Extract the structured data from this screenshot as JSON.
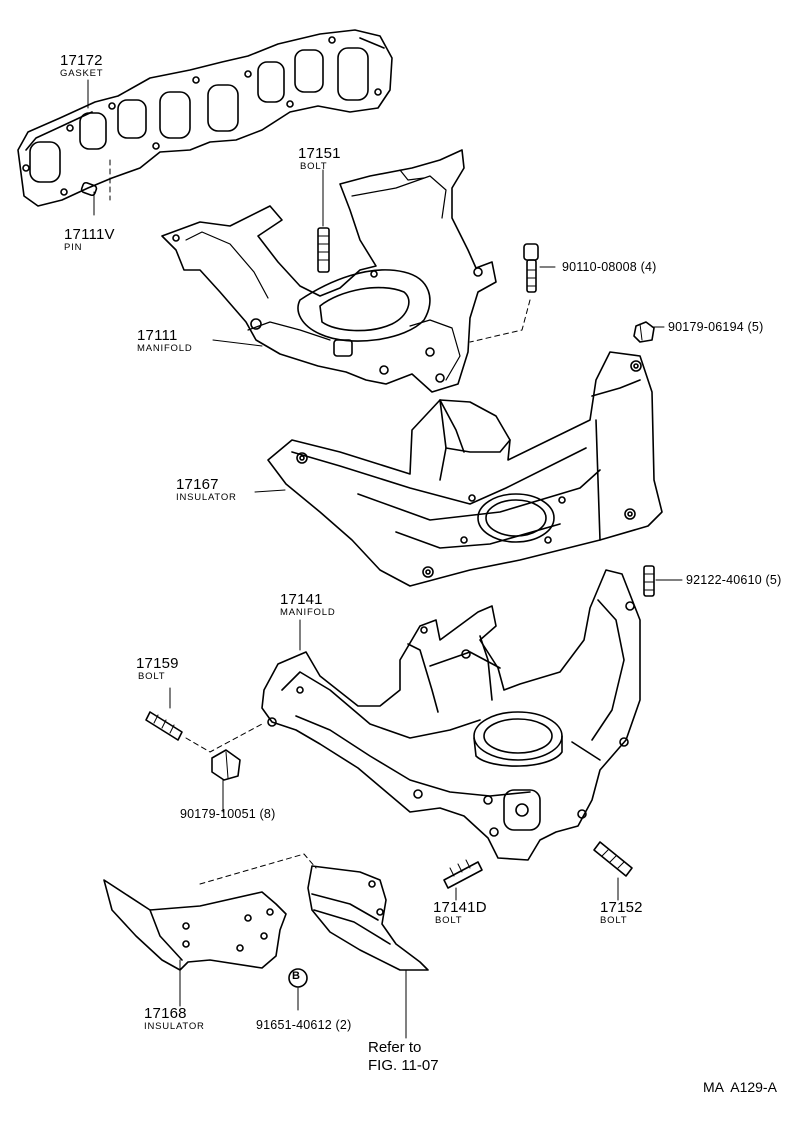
{
  "parts": {
    "p17172": {
      "number": "17172",
      "name": "GASKET"
    },
    "p17151": {
      "number": "17151",
      "name": "BOLT"
    },
    "p17111V": {
      "number": "17111V",
      "name": "PIN"
    },
    "p17111": {
      "number": "17111",
      "name": "MANIFOLD"
    },
    "p90110": {
      "number": "90110-08008 (4)"
    },
    "p90179a": {
      "number": "90179-06194 (5)"
    },
    "p17167": {
      "number": "17167",
      "name": "INSULATOR"
    },
    "p92122": {
      "number": "92122-40610 (5)"
    },
    "p17141": {
      "number": "17141",
      "name": "MANIFOLD"
    },
    "p17159": {
      "number": "17159",
      "name": "BOLT"
    },
    "p90179b": {
      "number": "90179-10051 (8)"
    },
    "p17141D": {
      "number": "17141D",
      "name": "BOLT"
    },
    "p17152": {
      "number": "17152",
      "name": "BOLT"
    },
    "p17168": {
      "number": "17168",
      "name": "INSULATOR"
    },
    "p91651": {
      "number": "91651-40612 (2)",
      "marker": "B"
    }
  },
  "refer": {
    "line1": "Refer to",
    "line2": "FIG. 11-07"
  },
  "figure_code": "MA  A129-A"
}
